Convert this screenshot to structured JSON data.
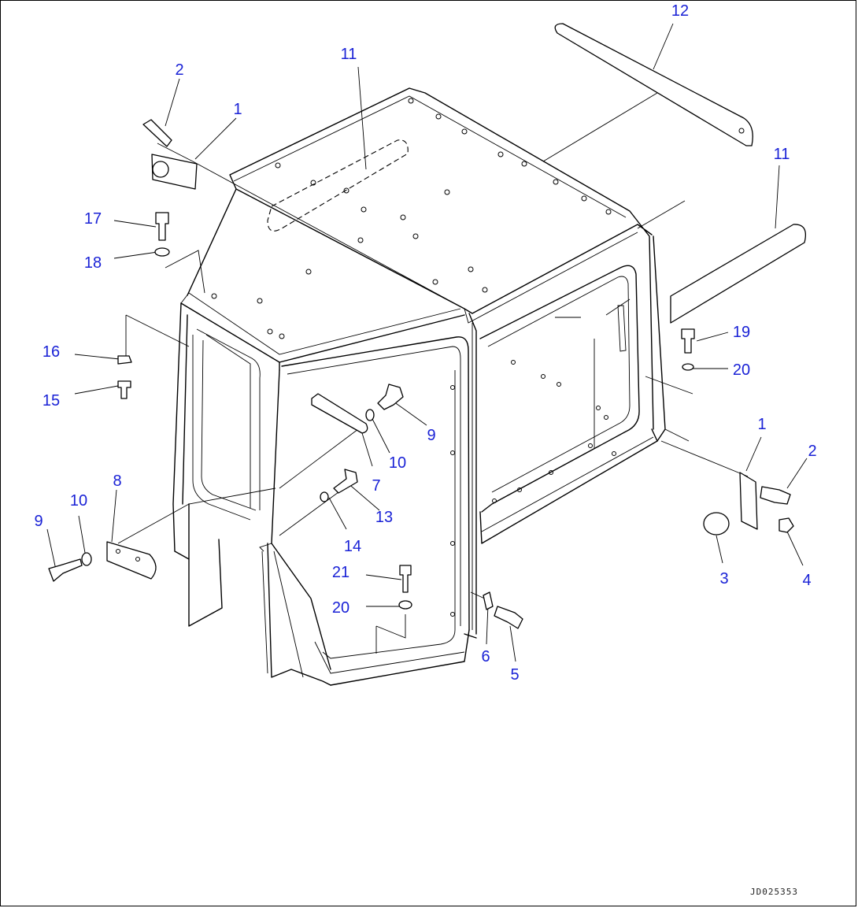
{
  "drawing_code": "JD025353",
  "colors": {
    "callout": "#1a22d6",
    "lines": "#000000"
  },
  "callouts": [
    {
      "id": "c2a",
      "label": "2"
    },
    {
      "id": "c1a",
      "label": "1"
    },
    {
      "id": "c11a",
      "label": "11"
    },
    {
      "id": "c12",
      "label": "12"
    },
    {
      "id": "c11b",
      "label": "11"
    },
    {
      "id": "c17",
      "label": "17"
    },
    {
      "id": "c18",
      "label": "18"
    },
    {
      "id": "c19",
      "label": "19"
    },
    {
      "id": "c20a",
      "label": "20"
    },
    {
      "id": "c16",
      "label": "16"
    },
    {
      "id": "c15",
      "label": "15"
    },
    {
      "id": "c9a",
      "label": "9"
    },
    {
      "id": "c10a",
      "label": "10"
    },
    {
      "id": "c7",
      "label": "7"
    },
    {
      "id": "c1b",
      "label": "1"
    },
    {
      "id": "c2b",
      "label": "2"
    },
    {
      "id": "c8",
      "label": "8"
    },
    {
      "id": "c10b",
      "label": "10"
    },
    {
      "id": "c9b",
      "label": "9"
    },
    {
      "id": "c13",
      "label": "13"
    },
    {
      "id": "c14",
      "label": "14"
    },
    {
      "id": "c3",
      "label": "3"
    },
    {
      "id": "c4",
      "label": "4"
    },
    {
      "id": "c21",
      "label": "21"
    },
    {
      "id": "c20b",
      "label": "20"
    },
    {
      "id": "c6",
      "label": "6"
    },
    {
      "id": "c5",
      "label": "5"
    }
  ]
}
